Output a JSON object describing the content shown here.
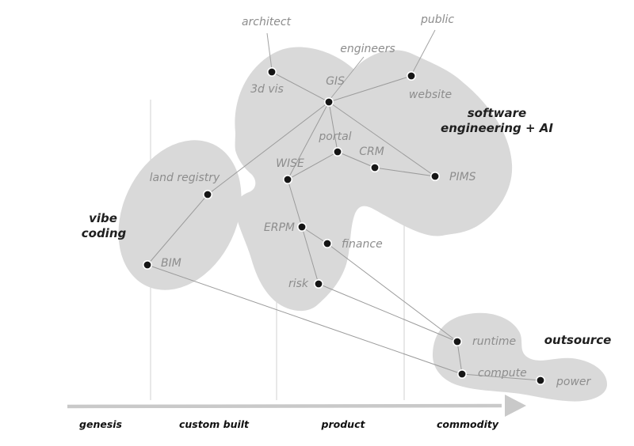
{
  "diagram": {
    "kind": "wardley-map",
    "anchors": {
      "architect": {
        "label": "architect"
      },
      "engineers": {
        "label": "engineers"
      },
      "public": {
        "label": "public"
      }
    },
    "nodes": {
      "three_d_vis": {
        "label": "3d vis"
      },
      "gis": {
        "label": "GIS"
      },
      "website": {
        "label": "website"
      },
      "portal": {
        "label": "portal"
      },
      "crm": {
        "label": "CRM"
      },
      "wise": {
        "label": "WISE"
      },
      "pims": {
        "label": "PIMS"
      },
      "land_registry": {
        "label": "land registry"
      },
      "erpm": {
        "label": "ERPM"
      },
      "finance": {
        "label": "finance"
      },
      "bim": {
        "label": "BIM"
      },
      "risk": {
        "label": "risk"
      },
      "runtime": {
        "label": "runtime"
      },
      "compute": {
        "label": "compute"
      },
      "power": {
        "label": "power"
      }
    },
    "regions": {
      "software_engineering_ai": {
        "line1": "software",
        "line2": "engineering + AI"
      },
      "vibe_coding": {
        "line1": "vibe",
        "line2": "coding"
      },
      "outsource": {
        "label": "outsource"
      }
    },
    "edges": [
      [
        "architect",
        "three_d_vis"
      ],
      [
        "engineers",
        "gis"
      ],
      [
        "public",
        "website"
      ],
      [
        "three_d_vis",
        "gis"
      ],
      [
        "gis",
        "website"
      ],
      [
        "gis",
        "portal"
      ],
      [
        "gis",
        "wise"
      ],
      [
        "gis",
        "pims"
      ],
      [
        "gis",
        "land_registry"
      ],
      [
        "portal",
        "wise"
      ],
      [
        "portal",
        "crm"
      ],
      [
        "crm",
        "pims"
      ],
      [
        "wise",
        "erpm"
      ],
      [
        "erpm",
        "finance"
      ],
      [
        "erpm",
        "risk"
      ],
      [
        "land_registry",
        "bim"
      ],
      [
        "bim",
        "compute"
      ],
      [
        "finance",
        "runtime"
      ],
      [
        "risk",
        "runtime"
      ],
      [
        "runtime",
        "compute"
      ],
      [
        "compute",
        "power"
      ]
    ],
    "axis": {
      "stages": [
        "genesis",
        "custom built",
        "product",
        "commodity"
      ]
    },
    "colors": {
      "blob_fill": "#d9d9d9",
      "edge_stroke": "#9b9b9b",
      "node_fill": "#161616",
      "node_label": "#8d8d8d",
      "region_label": "#1f1f1f",
      "axis": "#c9c9c9",
      "gridline": "#dcdcdc",
      "background": "#ffffff"
    }
  }
}
